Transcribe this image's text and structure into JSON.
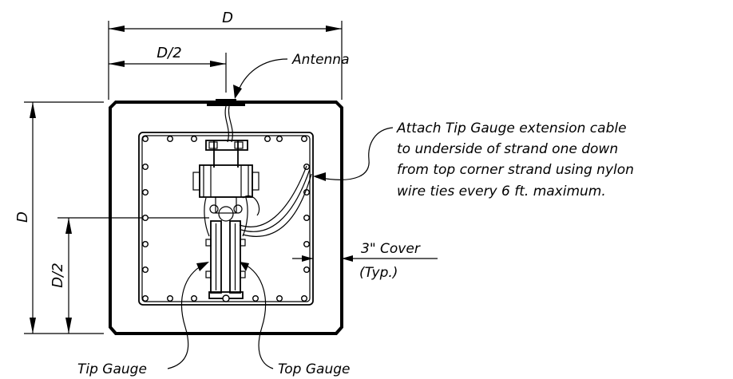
{
  "dimensions": {
    "top_full": "D",
    "top_half": "D/2",
    "left_full": "D",
    "left_half": "D/2"
  },
  "labels": {
    "antenna": "Antenna",
    "note_lines": [
      "Attach Tip Gauge extension cable",
      "to underside of strand one down",
      "from  top corner strand using nylon",
      "wire ties every 6 ft. maximum."
    ],
    "cover_line1": "3\" Cover",
    "cover_line2": "(Typ.)",
    "tip_gauge": "Tip Gauge",
    "top_gauge": "Top Gauge"
  }
}
